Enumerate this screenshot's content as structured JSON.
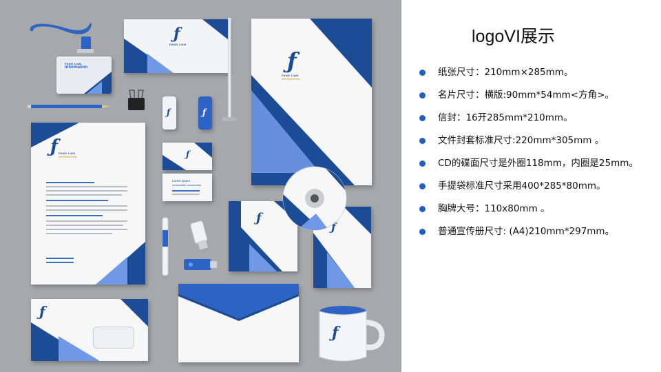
{
  "title": "logoVI展示",
  "specs": [
    "纸张尺寸：210mm×285mm。",
    "名片尺寸：横版:90mm*54mm<方角>。",
    "信封：16开285mm*210mm。",
    "文件封套标准尺寸:220mm*305mm 。",
    "CD的碟面尺寸是外圈118mm，内圈是25mm。",
    "手提袋标准尺寸采用400*285*80mm。",
    "胸牌大号：110x80mm 。",
    "普通宣传册尺寸: (A4)210mm*297mm。"
  ],
  "mockup": {
    "brand_line1": "FANG LIAN",
    "brand_line2": "INFORMATION",
    "badge_title": "Information",
    "card_text_1": "Lorem ipsum",
    "card_text_2": "consectetur consectetur"
  },
  "colors": {
    "dark_blue": "#1c4c95",
    "light_blue": "#6f98e6",
    "accent_orange": "#e8a21a",
    "bullet": "#1c61c3",
    "background_gray": "#a7a8aa"
  },
  "icons": [
    "bullet-dot-icon",
    "brand-logo-icon"
  ]
}
